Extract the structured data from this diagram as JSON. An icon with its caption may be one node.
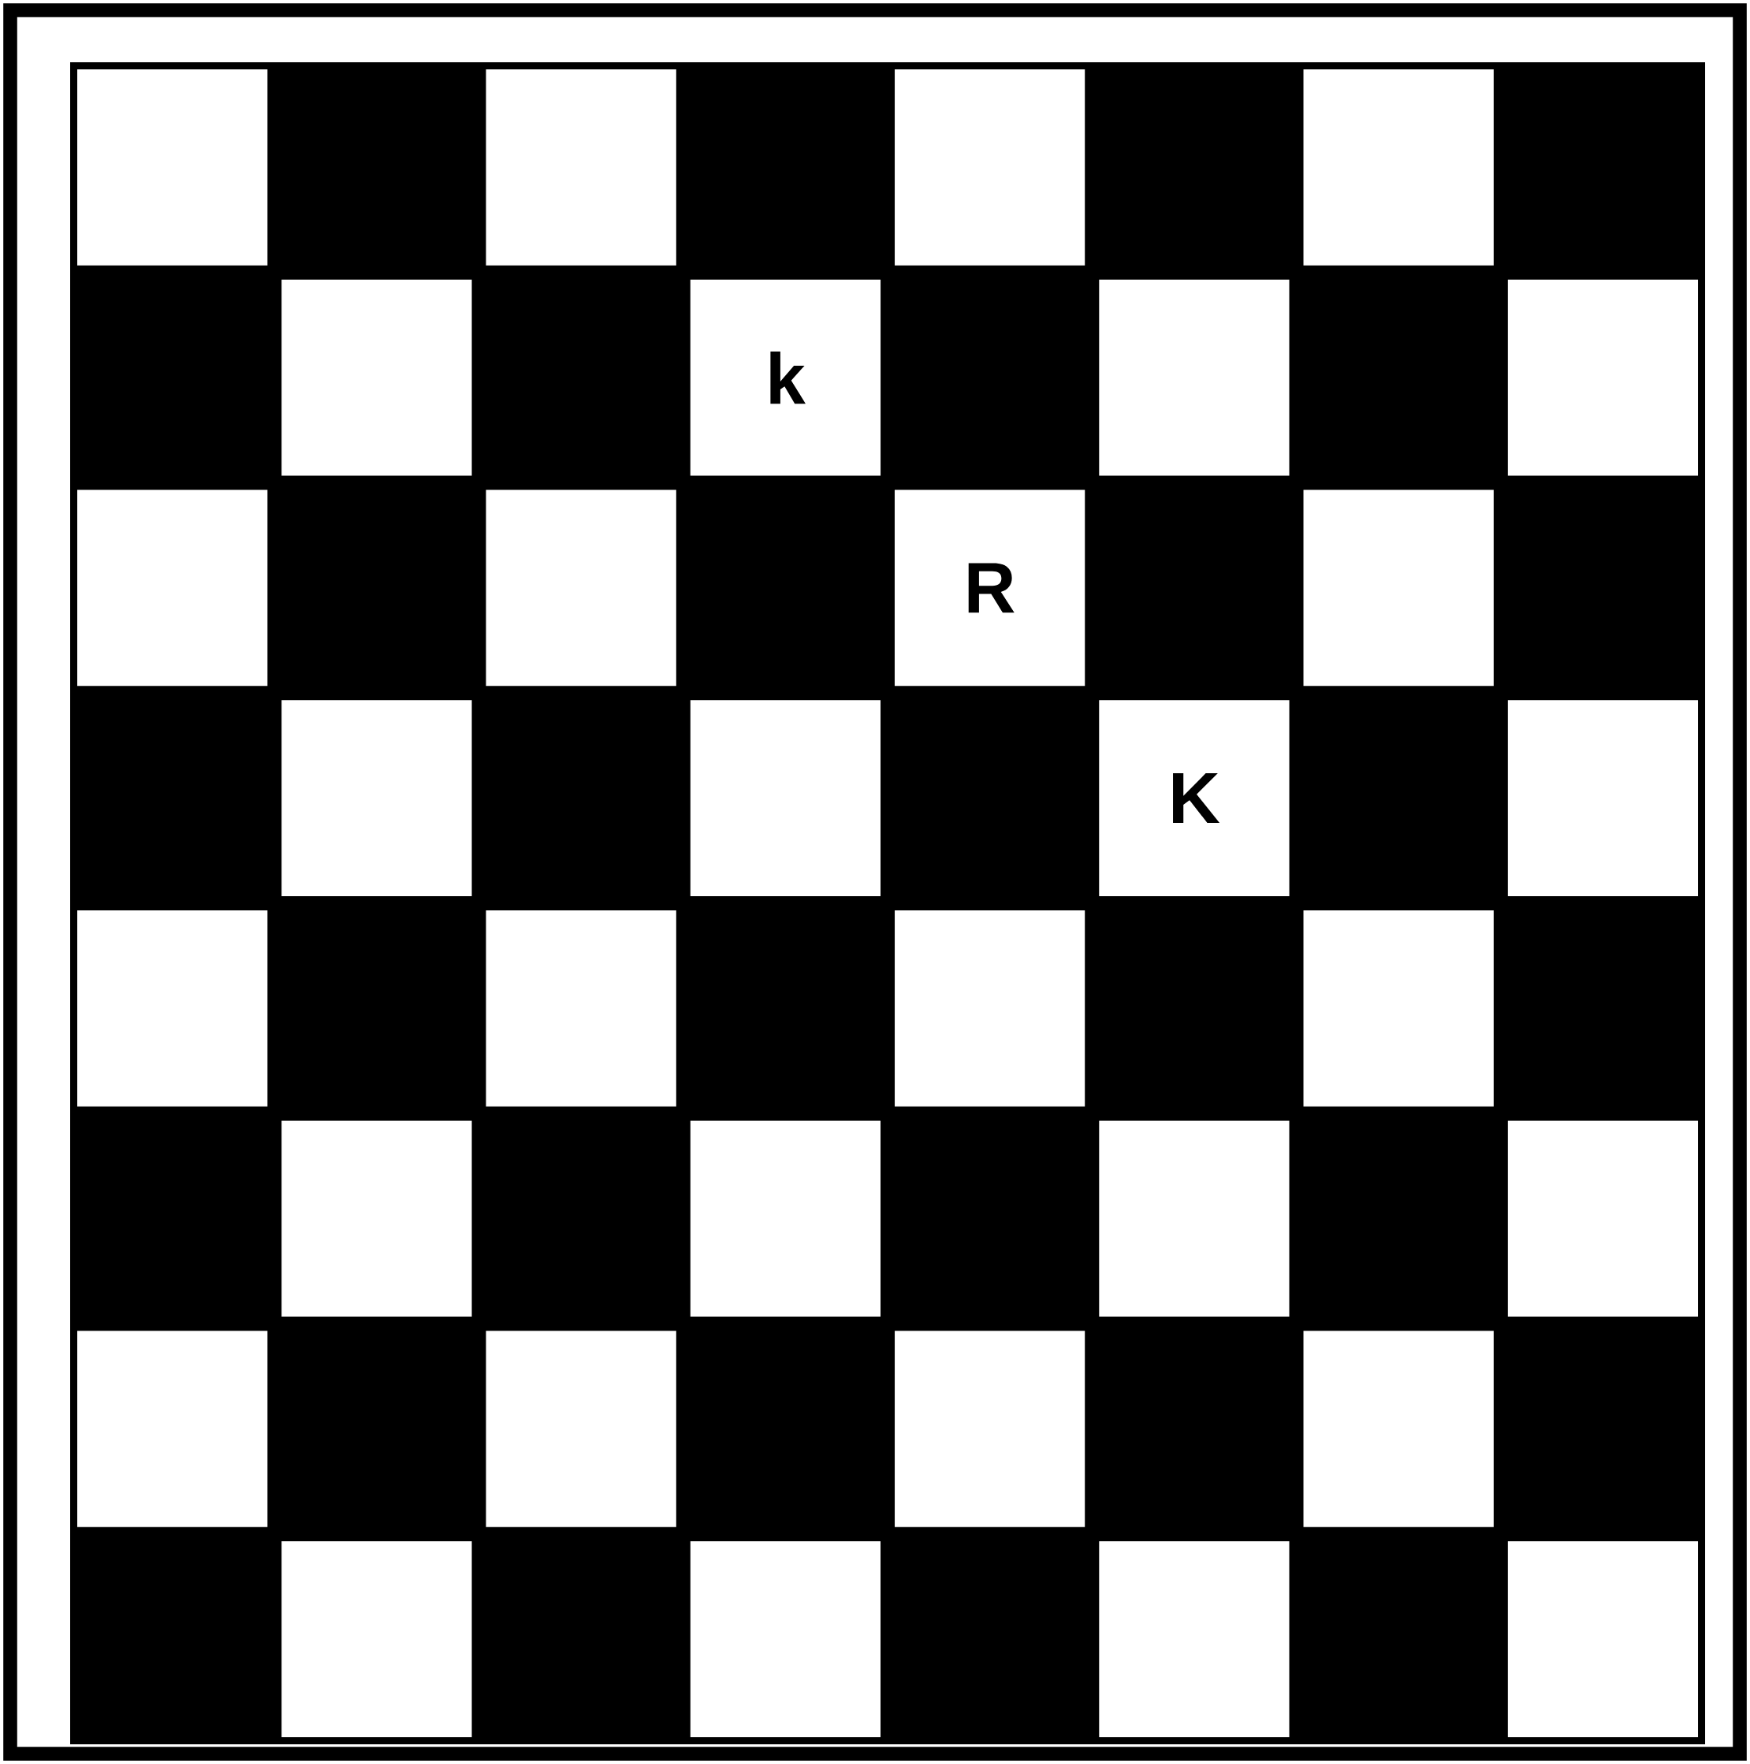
{
  "diagram": {
    "nodes": [
      {
        "text": [
          "k"
        ]
      },
      {
        "text": [
          "R"
        ]
      },
      {
        "text": [
          "K"
        ]
      }
    ]
  }
}
